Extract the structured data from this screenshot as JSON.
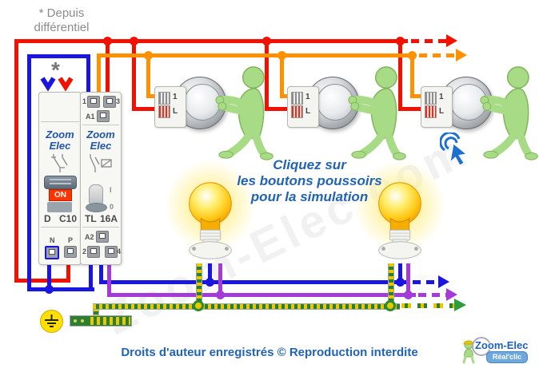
{
  "note": {
    "line1": "* Depuis",
    "line2": "différentiel"
  },
  "asterisk": "*",
  "instruction": {
    "line1": "Cliquez sur",
    "line2": "les boutons poussoirs",
    "line3": "pour la simulation"
  },
  "footer": {
    "copyright": "Droits d'auteur enregistrés © Reproduction interdite"
  },
  "logo": {
    "name": "Zoom-Elec",
    "subtitle": "Réal'clic"
  },
  "breaker": {
    "brand_line1": "Zoom",
    "brand_line2": "Elec",
    "on_label": "ON",
    "type_label": "D",
    "rating_label": "C10",
    "term_n": "N",
    "term_p": "P"
  },
  "telerupteur": {
    "brand_line1": "Zoom",
    "brand_line2": "Elec",
    "type_label": "TL",
    "rating_label": "16A",
    "term_1": "1",
    "term_3": "3",
    "term_a1": "A1",
    "term_a2": "A2",
    "term_2": "2",
    "term_4": "4",
    "pos_on": "I",
    "pos_off": "0"
  },
  "push_buttons": [
    {
      "terminal_top": "1",
      "terminal_bottom": "L"
    },
    {
      "terminal_top": "1",
      "terminal_bottom": "L"
    },
    {
      "terminal_top": "1",
      "terminal_bottom": "L"
    }
  ],
  "colors": {
    "phase": "#F21000",
    "switch_feed": "#FF9100",
    "neutral": "#1A16E0",
    "lamp_return": "#A43BD8",
    "earth_yellow": "#E8C800",
    "earth_green": "#2E7D32",
    "text_blue": "#2163B5",
    "note_gray": "#8C8C8C"
  }
}
